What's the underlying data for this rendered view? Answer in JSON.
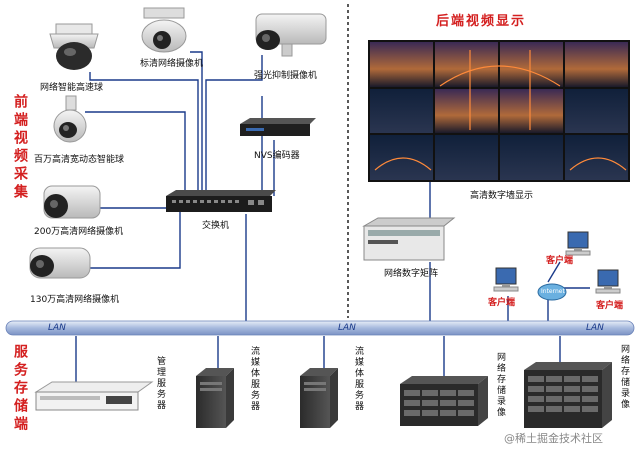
{
  "sections": {
    "front": "前端视频采集",
    "service": "服务存储端"
  },
  "title_backend": "后端视频显示",
  "devices": {
    "speed_dome": "网络智能高速球",
    "hd_camera": "标清网络摄像机",
    "strong_light": "强光抑制摄像机",
    "megapixel_dome": "百万高清宽动态智能球",
    "nvs": "NVS编码器",
    "cam_200": "200万高清网络摄像机",
    "switch": "交换机",
    "cam_130": "130万高清网络摄像机",
    "video_wall": "高清数字墙显示",
    "matrix": "网络数字矩阵",
    "client_a": "客户端",
    "client_b": "客户端",
    "client_c": "客户端",
    "internet": "Internet",
    "mgmt_server": "管理服务器",
    "stream_server_a": "流媒体服务器",
    "stream_server_b": "流媒体服务器",
    "storage_a": "网络存储录像",
    "storage_b": "网络存储录像"
  },
  "lan_labels": [
    "LAN",
    "LAN",
    "LAN"
  ],
  "watermark": "@稀土掘金技术社区",
  "colors": {
    "accent_red": "#d42020",
    "link_blue": "#1a3a8a",
    "lan_bar": "#9ab0d8"
  }
}
